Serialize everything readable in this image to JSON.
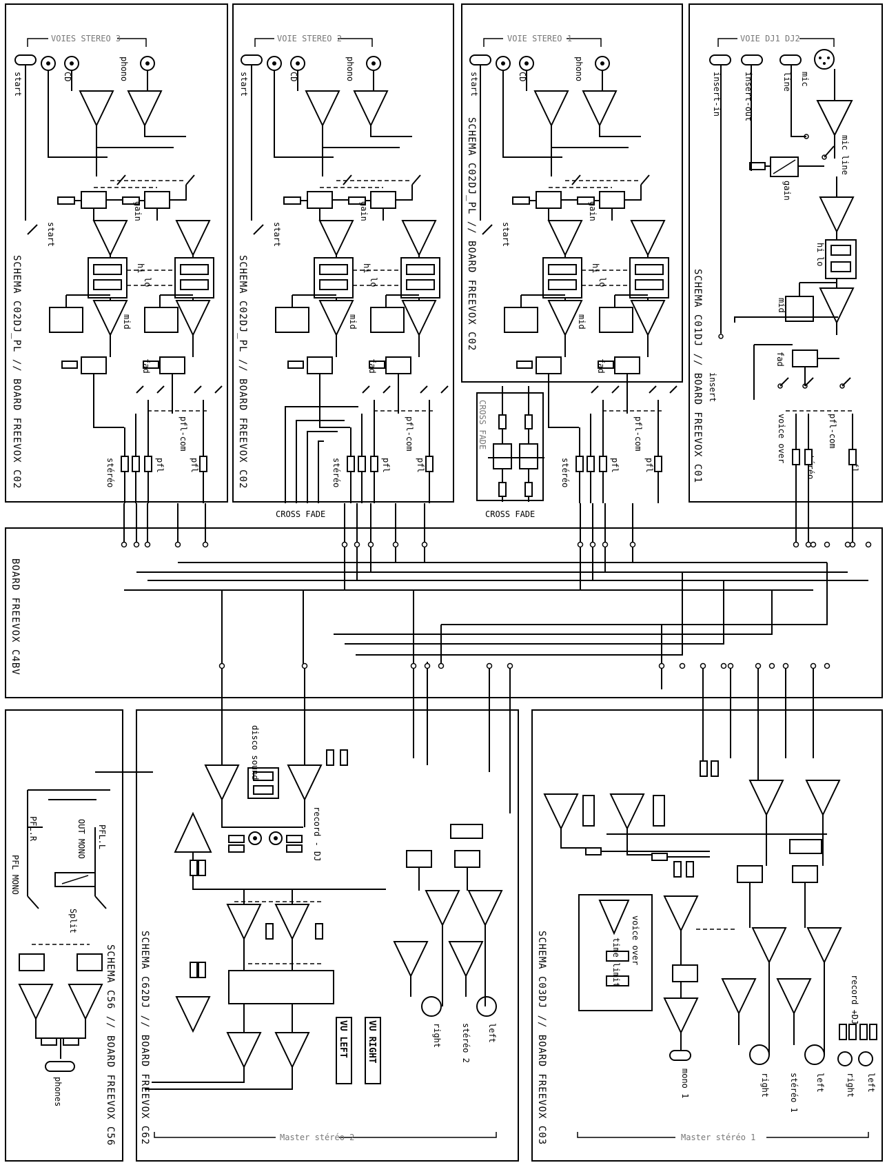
{
  "boards": {
    "c02_a": {
      "header": "VOIES STEREO 3",
      "title": "SCHEMA C02DJ_PL // BOARD FREEVOX C02"
    },
    "c02_b": {
      "header": "VOIE STEREO 2",
      "title": "SCHEMA C02DJ_PL // BOARD FREEVOX C02"
    },
    "c02_c": {
      "header": "VOIE STEREO 1",
      "title": "SCHEMA C02DJ_PL // BOARD FREEVOX C02"
    },
    "c01": {
      "header": "VOIE DJ1 DJ2",
      "title": "SCHEMA C01DJ // BOARD FREEVOX C01"
    },
    "c4bv": {
      "title": "BOARD FREEVOX C4BV"
    },
    "c56": {
      "title": "SCHEMA C56 // BOARD FREEVOX C56"
    },
    "c62": {
      "title": "SCHEMA C62DJ // BOARD FREEVOX C62"
    },
    "c03": {
      "title": "SCHEMA C03DJ // BOARD FREEVOX C03"
    }
  },
  "labels": {
    "start": "start",
    "cd": "CD",
    "phono": "phono",
    "gain": "gain",
    "hi": "hi",
    "lo": "lo",
    "mid": "mid",
    "fad": "fad",
    "pfl_com": "pfl-com",
    "pfl": "pfl",
    "stereo": "stéréo",
    "cross_fade": "CROSS FADE",
    "cross_fade_grey": "CROSS FADE",
    "insert_in": "insert-in",
    "insert_out": "insert-out",
    "line": "line",
    "mic": "mic",
    "mic_line": "mic line",
    "insert": "insert",
    "voice_over": "voice over",
    "disco_sound": "disco sound",
    "record_dj": "record - DJ",
    "pfl_r": "PFL.R",
    "out_mono": "OUT MONO",
    "pfl_l": "PFL.L",
    "pfl_mono": "PFL MONO",
    "split": "Split",
    "phones": "phones",
    "vu_left": "VU LEFT",
    "vu_right": "VU RIGHT",
    "right": "right",
    "left": "left",
    "stereo2": "stéréo 2",
    "master2": "Master stéréo 2",
    "voice_over_box": "voice over",
    "time_limit": "time limit",
    "mono1": "mono 1",
    "stereo1": "stéréo 1",
    "record_dj2": "record +DJ",
    "master1": "Master stéréo 1"
  }
}
